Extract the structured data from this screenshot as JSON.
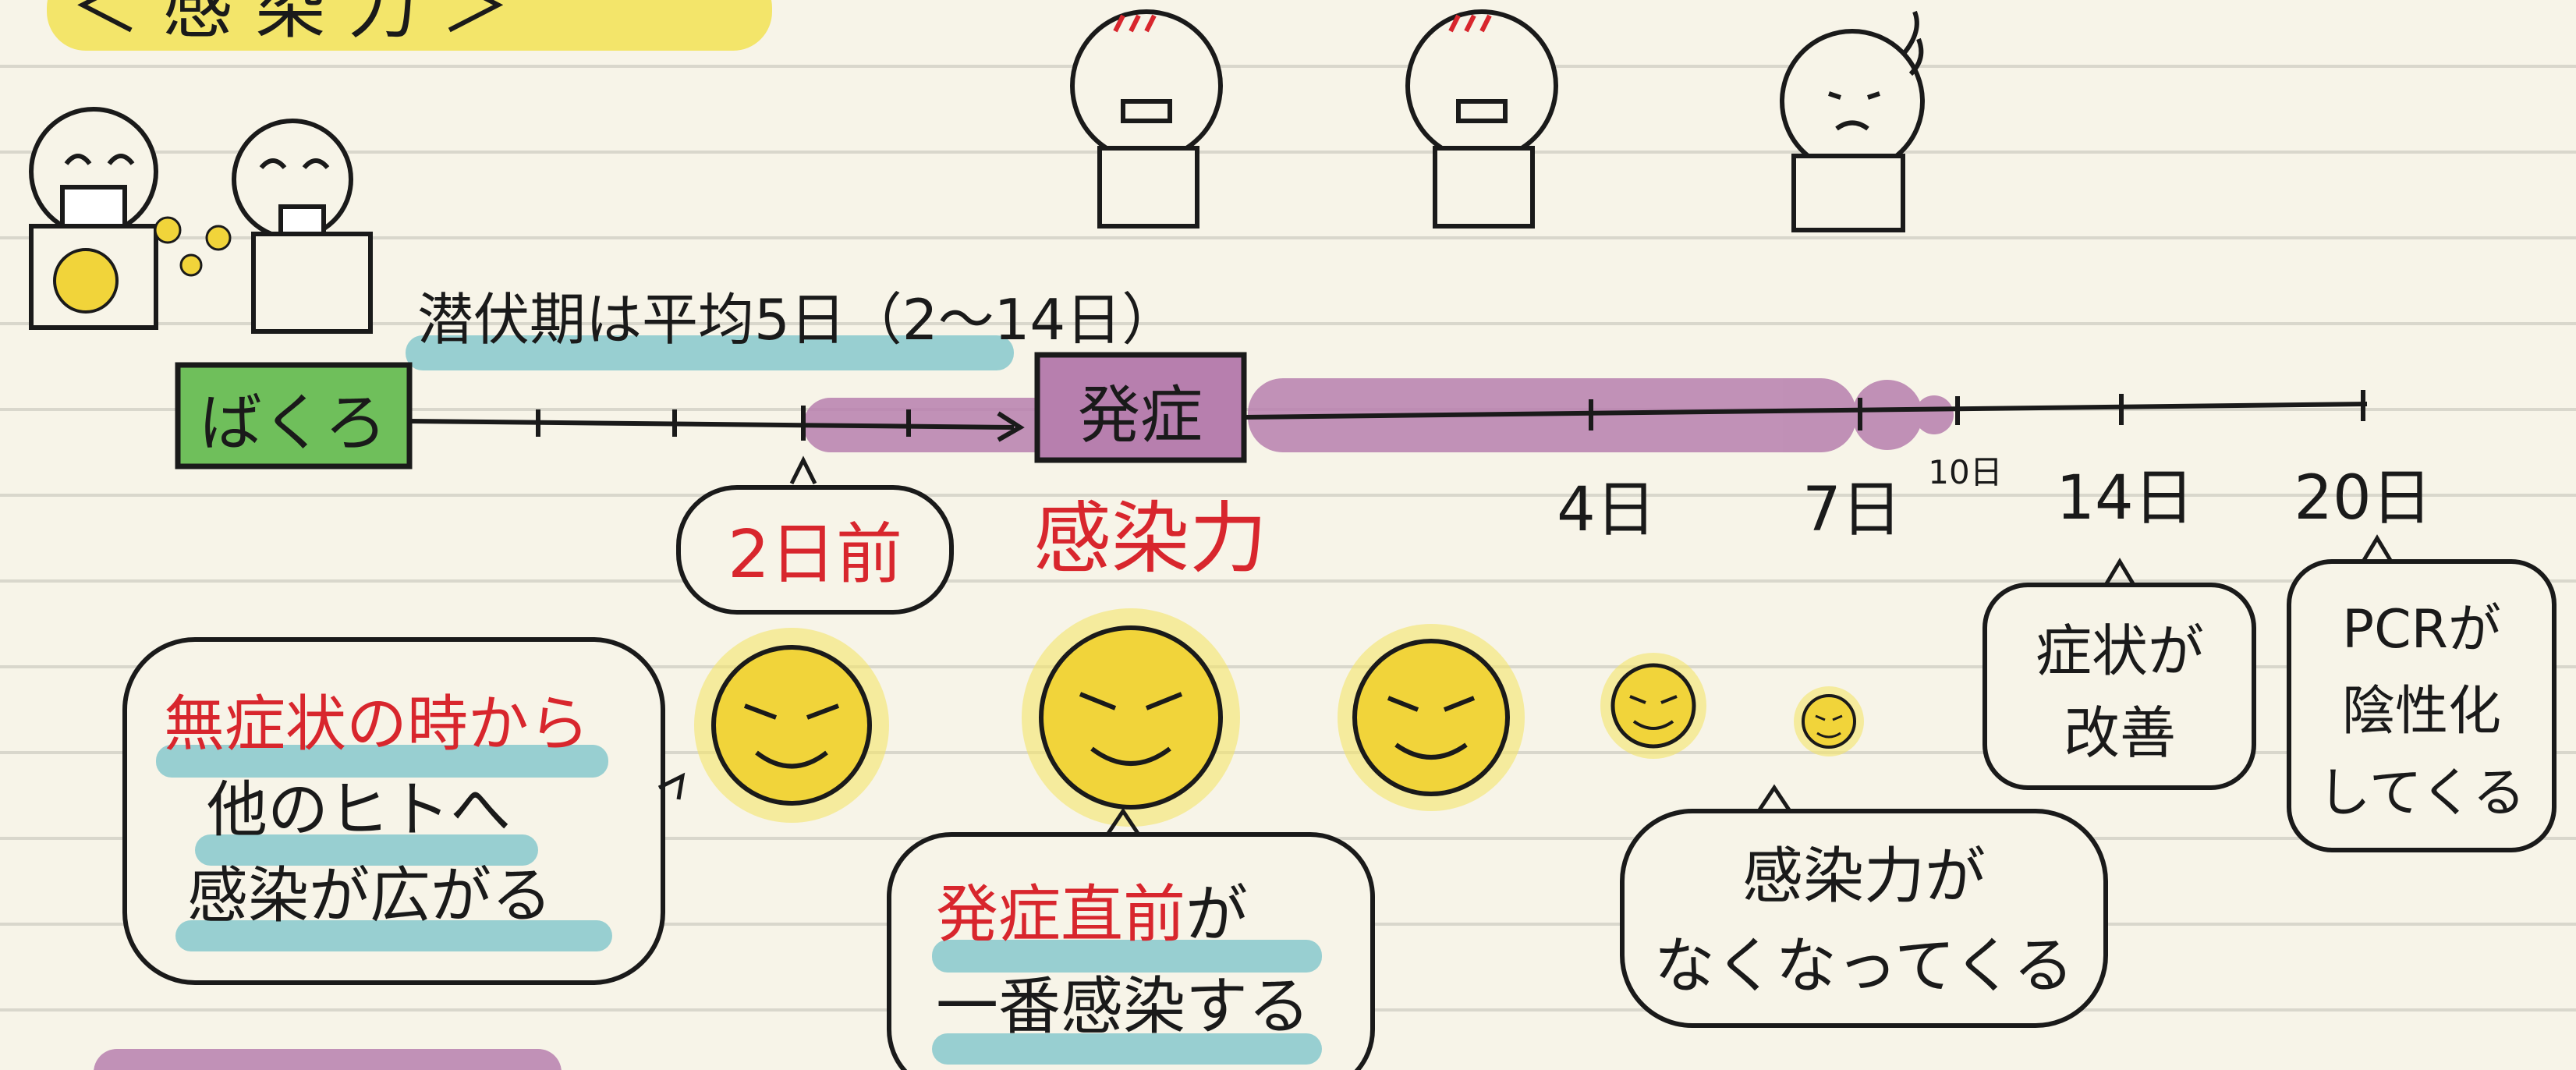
{
  "title_fragment": "＜ 感 染 力 ＞",
  "incubation_note": "潜伏期は平均5日（2～14日）",
  "exposure_label": "ばくろ",
  "onset_label": "発症",
  "infectivity_label": "感染力",
  "days_before_label": "2日前",
  "ticks": {
    "day4": "4日",
    "day7": "7日",
    "day10": "10日",
    "day14": "14日",
    "day20": "20日"
  },
  "asymptomatic_note": {
    "line1": "無症状の時から",
    "line2": "他のヒトへ",
    "line3": "感染が広がる"
  },
  "peak_note": {
    "line1_red": "発症直前",
    "line1_suffix": "が",
    "line2": "一番感染する"
  },
  "declining_note": {
    "line1": "感染力が",
    "line2": "なくなってくる"
  },
  "symptom_note": {
    "line1": "症状が",
    "line2": "改善"
  },
  "pcr_note": {
    "line1": "PCRが",
    "line2": "陰性化",
    "line3": "してくる"
  },
  "colors": {
    "paper": "#f7f4e8",
    "ruled_line": "#d9d7cc",
    "green_box": "#6fbf5b",
    "purple_band": "#b77fae",
    "teal_highlight": "#7fc6cb",
    "yellow_highlight": "#f3e56a",
    "red_text": "#d8262d",
    "virus_yellow": "#f1d43a"
  }
}
